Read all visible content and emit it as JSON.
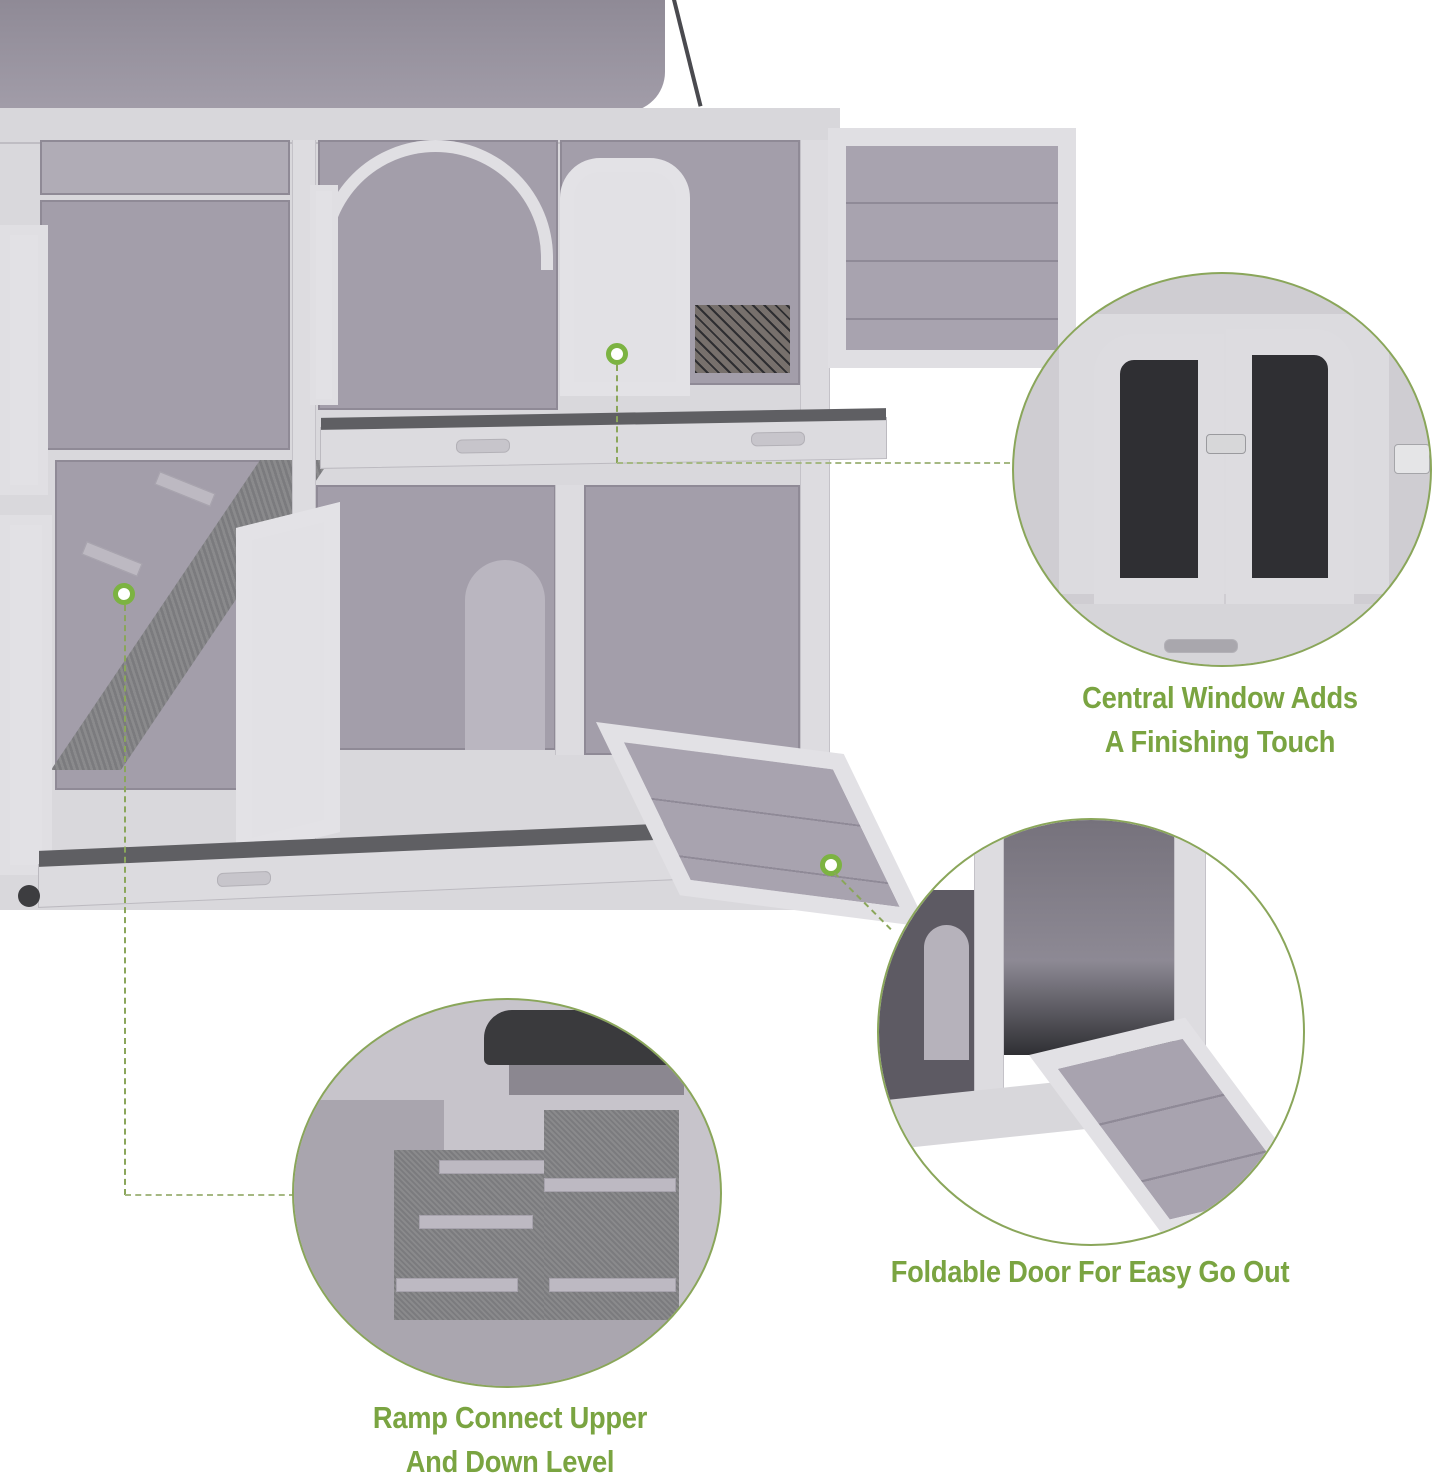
{
  "product": "Two-tier wooden rabbit hutch",
  "accent_color": "#7aa441",
  "marker_color": "#7cb342",
  "dash_color": "#8aa65a",
  "callouts": [
    {
      "id": "central-window",
      "caption_line1": "Central Window Adds",
      "caption_line2": "A Finishing Touch",
      "inset": "double arched mesh doors with latch"
    },
    {
      "id": "foldable-door",
      "caption_line1": "Foldable Door For Easy Go Out",
      "inset": "fold-down ramp door"
    },
    {
      "id": "ramp",
      "caption_line1": "Ramp Connect Upper",
      "caption_line2": "And Down Level",
      "inset": "internal ramp with steps"
    }
  ]
}
